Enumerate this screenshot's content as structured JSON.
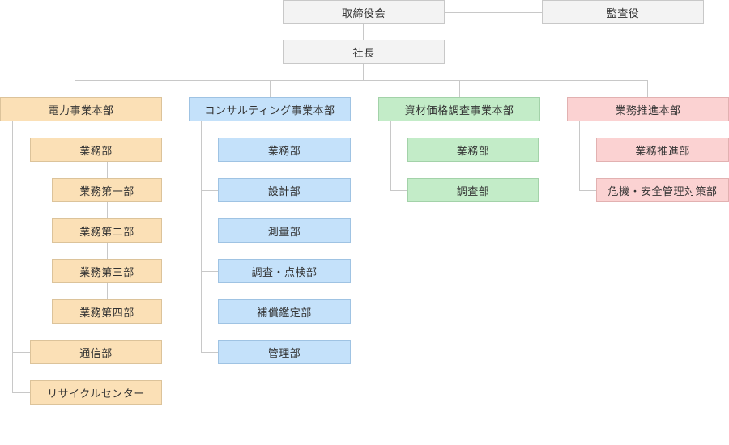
{
  "top": {
    "board": "取締役会",
    "auditor": "監査役",
    "president": "社長"
  },
  "colors": {
    "gray": "#f3f3f3",
    "orange": "#fbe0b6",
    "blue": "#c4e1fa",
    "green": "#c3ecc8",
    "pink": "#fbd2d2",
    "line": "#c8c8c8"
  },
  "divisions": [
    {
      "name": "電力事業本部",
      "departments": [
        {
          "name": "業務部",
          "sections": [
            "業務第一部",
            "業務第二部",
            "業務第三部",
            "業務第四部"
          ]
        },
        {
          "name": "通信部"
        },
        {
          "name": "リサイクルセンター"
        }
      ]
    },
    {
      "name": "コンサルティング事業本部",
      "departments": [
        {
          "name": "業務部"
        },
        {
          "name": "設計部"
        },
        {
          "name": "測量部"
        },
        {
          "name": "調査・点検部"
        },
        {
          "name": "補償鑑定部"
        },
        {
          "name": "管理部"
        }
      ]
    },
    {
      "name": "資材価格調査事業本部",
      "departments": [
        {
          "name": "業務部"
        },
        {
          "name": "調査部"
        }
      ]
    },
    {
      "name": "業務推進本部",
      "departments": [
        {
          "name": "業務推進部"
        },
        {
          "name": "危機・安全管理対策部"
        }
      ]
    }
  ]
}
